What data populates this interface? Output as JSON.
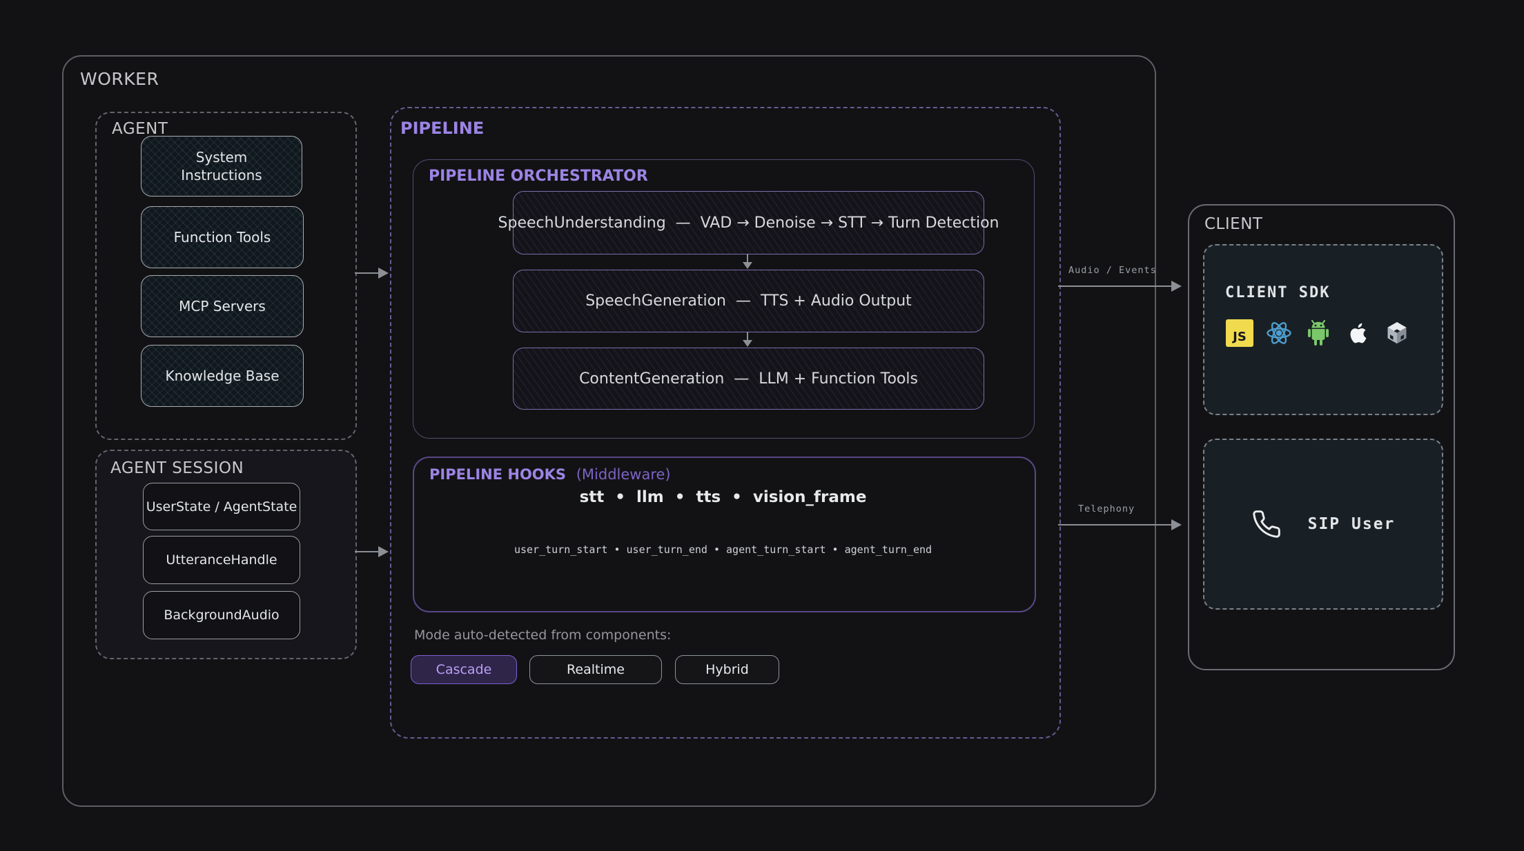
{
  "worker": {
    "label": "WORKER"
  },
  "agent": {
    "label": "AGENT",
    "items": [
      {
        "label": "System Instructions"
      },
      {
        "label": "Function Tools"
      },
      {
        "label": "MCP Servers"
      },
      {
        "label": "Knowledge Base"
      }
    ]
  },
  "agent_session": {
    "label": "AGENT SESSION",
    "items": [
      {
        "label": "UserState / AgentState"
      },
      {
        "label": "UtteranceHandle"
      },
      {
        "label": "BackgroundAudio"
      }
    ]
  },
  "pipeline": {
    "label": "PIPELINE",
    "orchestrator": {
      "label": "PIPELINE ORCHESTRATOR",
      "stages": [
        {
          "text": "SpeechUnderstanding  —  VAD → Denoise → STT → Turn Detection"
        },
        {
          "text": "SpeechGeneration  —  TTS + Audio Output"
        },
        {
          "text": "ContentGeneration  —  LLM + Function Tools"
        }
      ]
    },
    "hooks": {
      "label": "PIPELINE HOOKS",
      "sublabel": "(Middleware)",
      "events_row1": "stt  •  llm  •  tts  •  vision_frame",
      "events_row2": "user_turn_start • user_turn_end • agent_turn_start • agent_turn_end"
    },
    "mode": {
      "caption": "Mode auto-detected from components:",
      "buttons": [
        {
          "label": "Cascade",
          "active": true
        },
        {
          "label": "Realtime",
          "active": false
        },
        {
          "label": "Hybrid",
          "active": false
        }
      ]
    }
  },
  "connections": {
    "audio_events_label": "Audio / Events",
    "telephony_label": "Telephony"
  },
  "client": {
    "label": "CLIENT",
    "sdk": {
      "title": "CLIENT SDK",
      "icons": [
        "javascript-icon",
        "react-icon",
        "android-icon",
        "apple-icon",
        "unity-icon"
      ]
    },
    "sip": {
      "title": "SIP User"
    }
  },
  "colors": {
    "background": "#121214",
    "accent_purple": "#9c84e4",
    "border_gray": "#64646c",
    "arrow_gray": "#8c9095",
    "cascade_bg": "#2f2549",
    "cascade_border": "#7e60d4",
    "cascade_text": "#bb9ff5",
    "panel_slate": "#192025",
    "js_yellow": "#f0db4f",
    "react_blue": "#4e9ecf",
    "android_green": "#7bc86a"
  }
}
